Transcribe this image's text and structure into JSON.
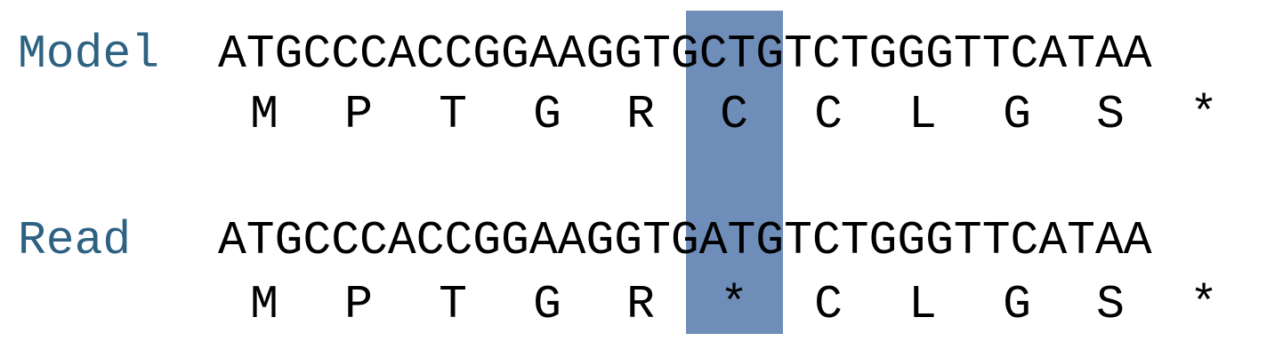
{
  "highlight_color": "#6f8db9",
  "label_color": "#2e6283",
  "model": {
    "label": "Model",
    "sequence": "ATGCCCACCGGAAGGTGCTGTCTGGGTTCATAA",
    "aminoacids": [
      "M",
      "P",
      "T",
      "G",
      "R",
      "C",
      "C",
      "L",
      "G",
      "S",
      "*"
    ]
  },
  "read": {
    "label": "Read",
    "sequence": "ATGCCCACCGGAAGGTGATGTCTGGGTTCATAA",
    "aminoacids": [
      "M",
      "P",
      "T",
      "G",
      "R",
      "*",
      "C",
      "L",
      "G",
      "S",
      "*"
    ]
  }
}
